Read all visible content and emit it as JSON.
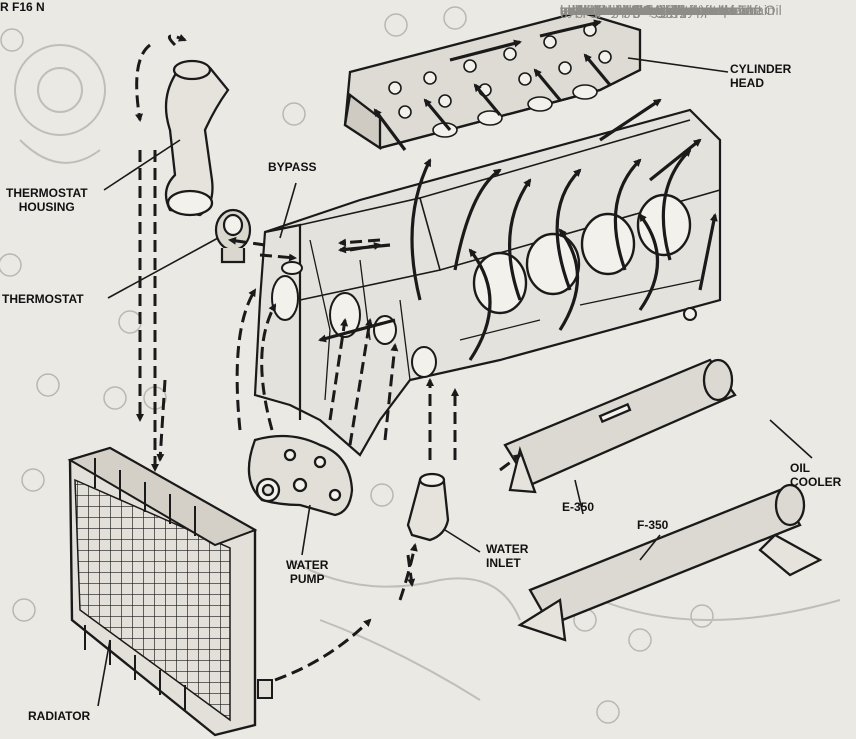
{
  "header_fragment": "R F16 N",
  "labels": {
    "cylinder_head": "CYLINDER\nHEAD",
    "bypass": "BYPASS",
    "thermostat_housing": "THERMOSTAT\nHOUSING",
    "thermostat": "THERMOSTAT",
    "oil_cooler": "OIL\nCOOLER",
    "e350": "E-350",
    "f350": "F-350",
    "water_pump": "WATER\nPUMP",
    "water_inlet": "WATER\nINLET",
    "radiator": "RADIATOR"
  },
  "background_text": [
    "een and oil pick-up tube to",
    "s. 4.5 liters (12 gallons)",
    "ed a greater of 2,7",
    "volume of oil and use",
    "ey in the V an engine ea",
    "on through the oil cooler",
    "on the heat exchanger",
    "ee oil passes from the",
    "n. At the oil filter an",
    "alve controls the oil pressure",
    "supplied to the engine",
    "t incorporates a bypass",
    "e becomes clogged",
    "to vertical passages",
    "main bearings, camshaft",
    "ines. The piston oil jets are fed",
    "assage at the valve tappets. The",
    "rod bearings are fed from the main",
    "ough passages in the crankshaft",
    "ears are lubricated by oil splash. Oil",
    "gh the hydraulic tappet roller at",
    "to lubricate the rocker arms",
    "and valve stems"
  ],
  "colors": {
    "paper": "#ebe9e4",
    "ink": "#1a1a1a",
    "ghost": "#8f8d88"
  }
}
